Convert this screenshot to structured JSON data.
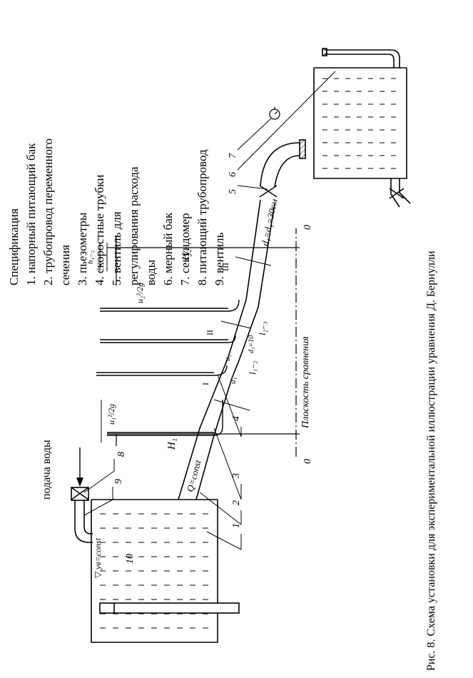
{
  "caption": "Рис. 8.  Схема установки для экспериментальной иллюстрации уравнения Д. Бернулли",
  "water_supply_label": "подача воды",
  "spec_title": "Спецификация",
  "spec_items": [
    "1.  напорный питающий бак",
    "2.  трубопровод переменного",
    "     сечения",
    "3.  пьезометры",
    "4.  скоростные трубки",
    "5.  вентиль для",
    "     регулирования расхода",
    "     воды",
    "6.  мерный бак",
    "7.  секундомер",
    "8.  питающий трубопровод",
    "9.  вентиль"
  ],
  "labels": {
    "level_const": "▽ ув=const",
    "flow_const": "Q=const",
    "comparison_plane": "Плоскость сравнения",
    "h1": "H₁",
    "h2": "H₂",
    "diameters": "d₁=d₃=30см",
    "velocity_head_1": "u₁²/2g",
    "velocity_head_2": "u₂²/2g",
    "loss_12": "h₁₋₂",
    "l12": "l₁₋₂",
    "l23": "l₂₋₃",
    "d2": "d₂=10",
    "u1": "u₁",
    "u2": "u₂",
    "section_1": "I",
    "section_2": "II",
    "section_3": "III",
    "zero": "0",
    "n1": "1",
    "n2": "2",
    "n3": "3",
    "n4": "4",
    "n5": "5",
    "n6": "6",
    "n7": "7",
    "n8": "8",
    "n9": "9",
    "n10": "10"
  }
}
